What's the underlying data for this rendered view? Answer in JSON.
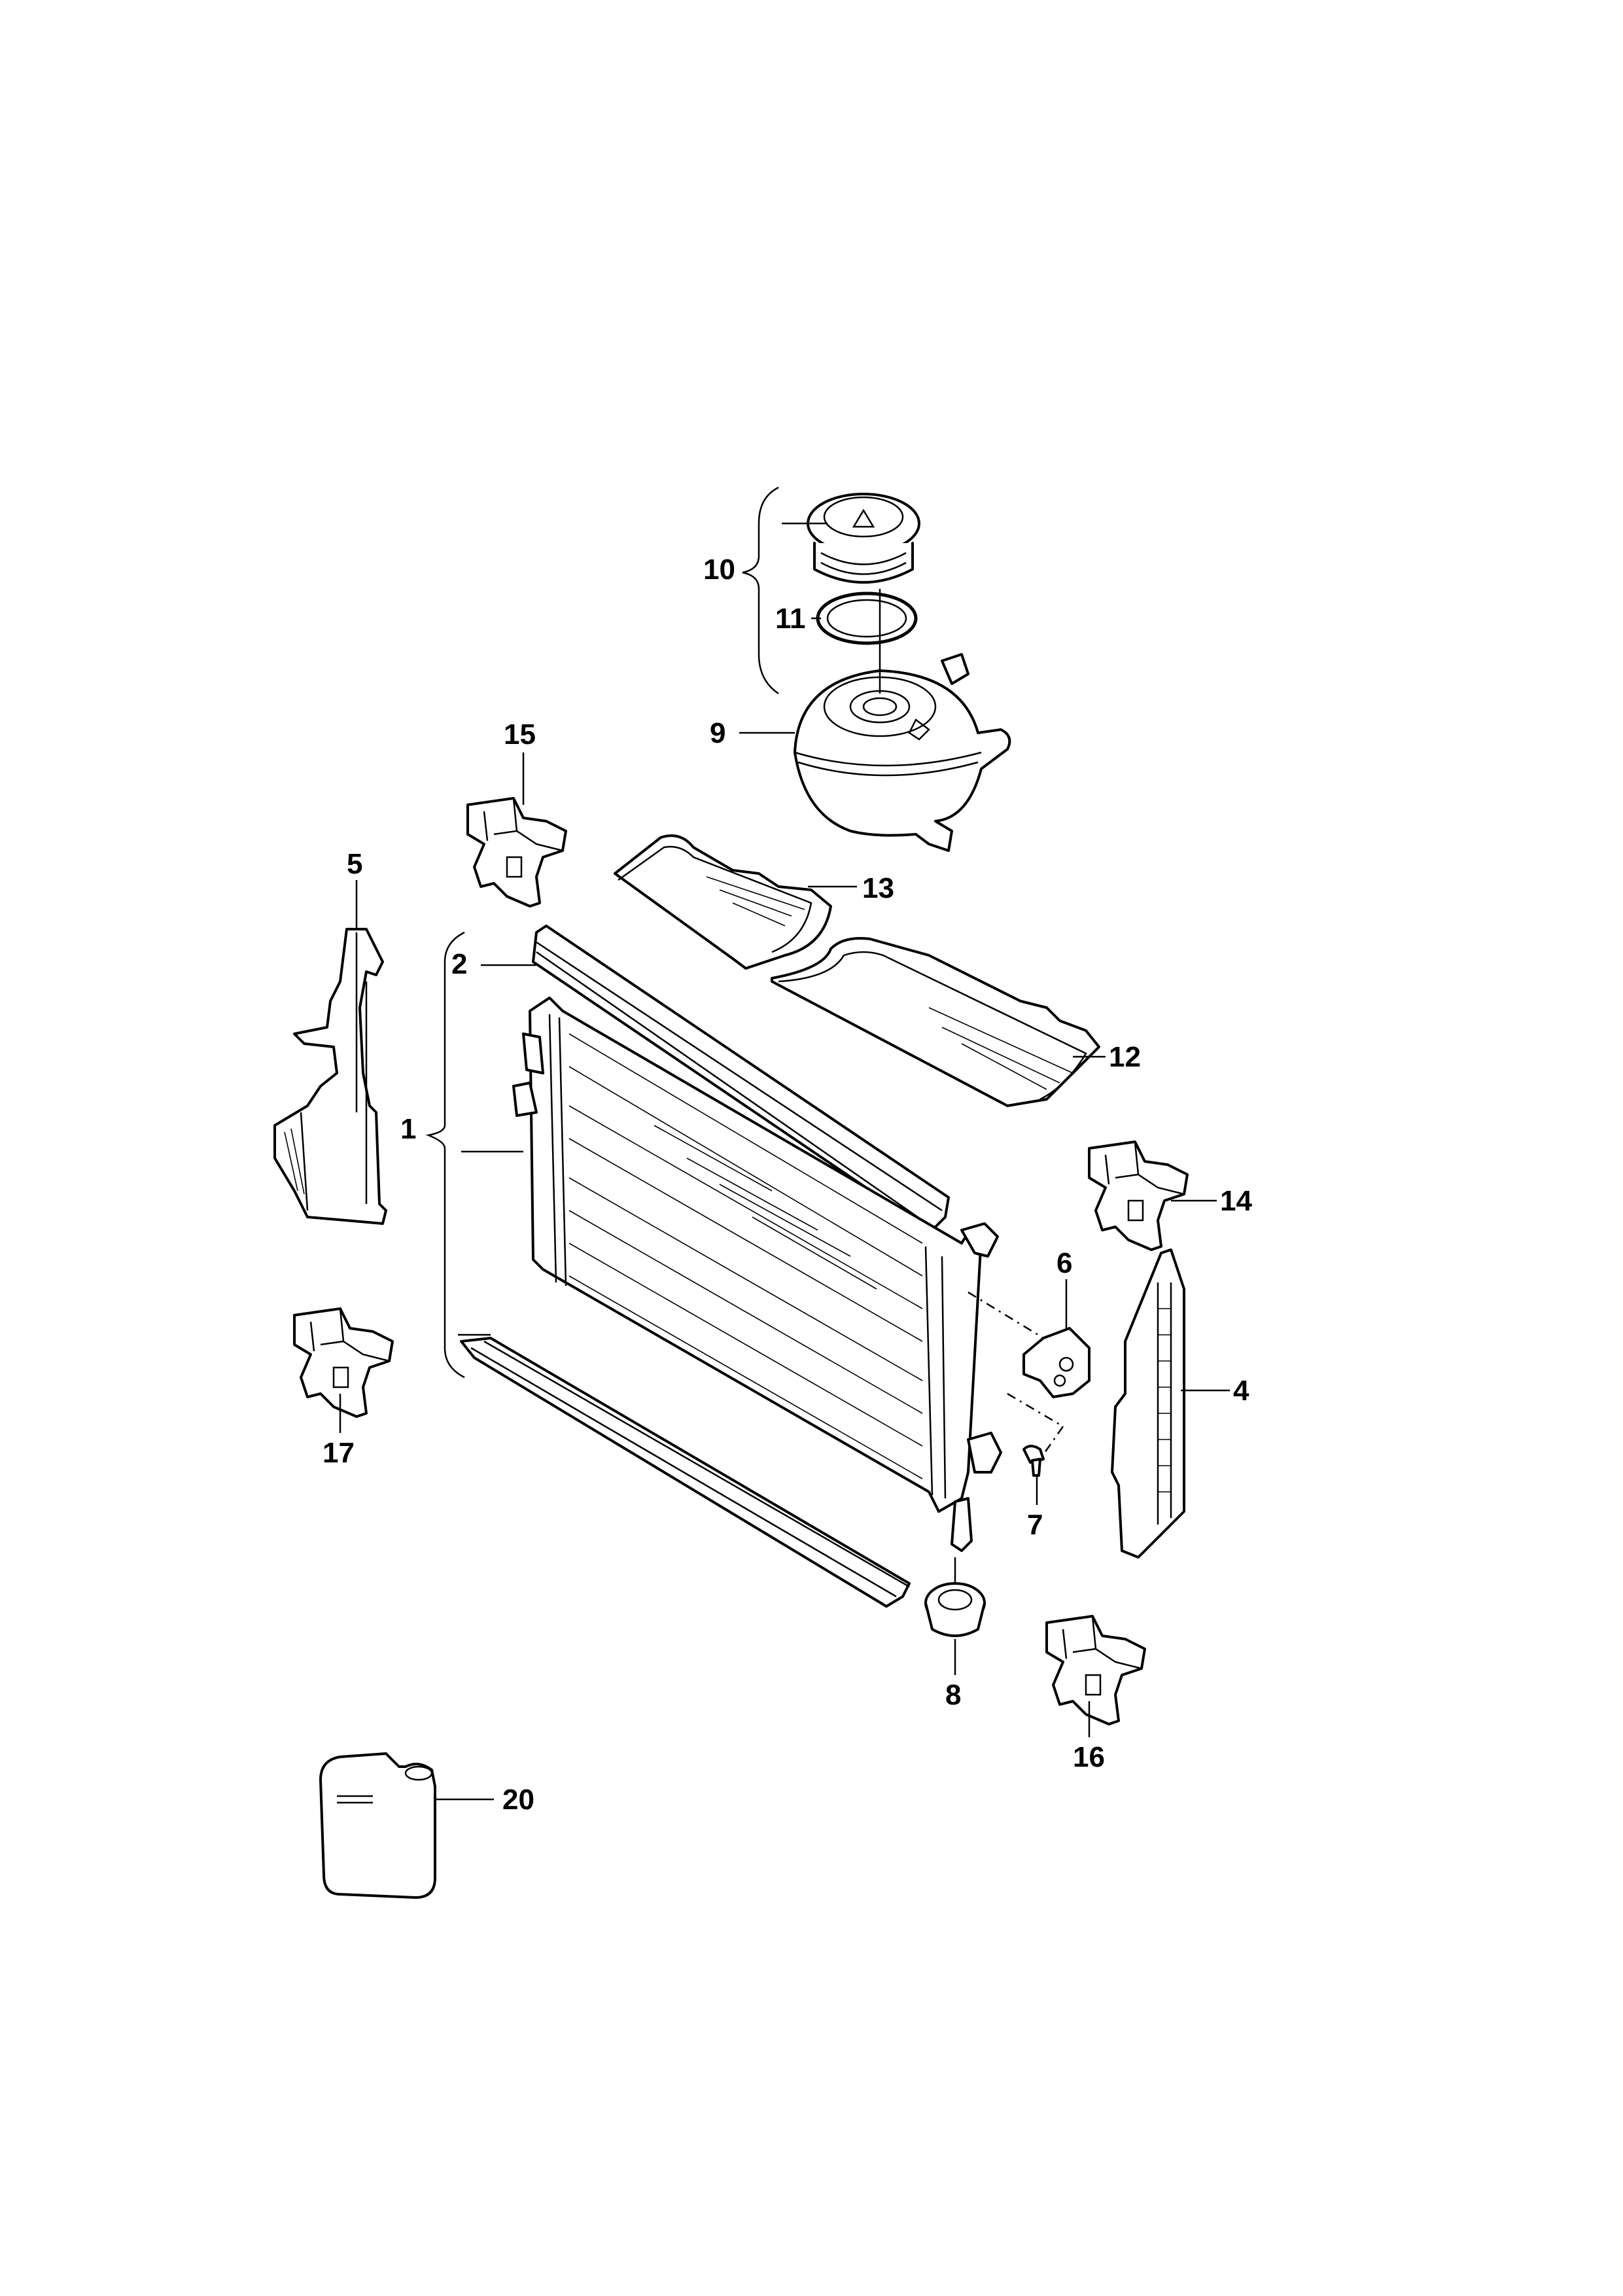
{
  "callouts": {
    "c1": "1",
    "c2": "2",
    "c4": "4",
    "c5": "5",
    "c6": "6",
    "c7": "7",
    "c8": "8",
    "c9": "9",
    "c10": "10",
    "c11": "11",
    "c12": "12",
    "c13": "13",
    "c14": "14",
    "c15": "15",
    "c16": "16",
    "c17": "17",
    "c20": "20"
  }
}
